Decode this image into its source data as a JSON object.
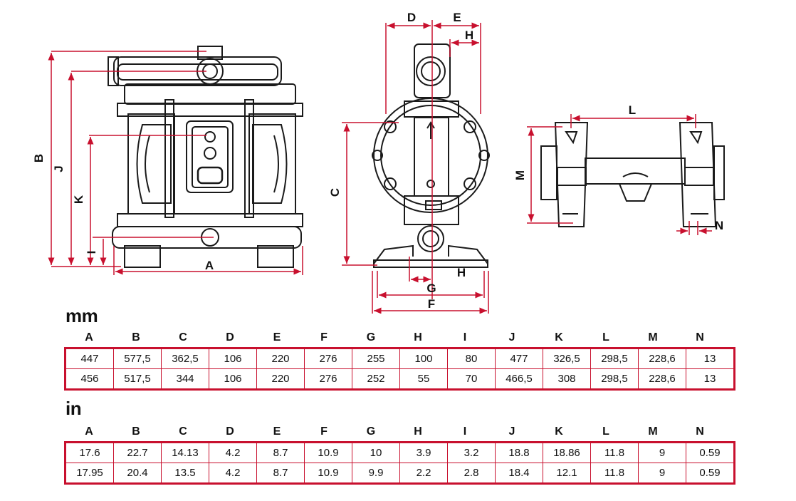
{
  "diagram": {
    "front_labels": [
      "B",
      "J",
      "K",
      "I",
      "A"
    ],
    "side_labels": [
      "D",
      "E",
      "H",
      "C",
      "H",
      "G",
      "F"
    ],
    "top_labels": [
      "L",
      "M",
      "N"
    ],
    "colors": {
      "dimension": "#c8102e",
      "outline": "#1a1a1a",
      "table_border": "#c8102e"
    }
  },
  "tables": {
    "headers": [
      "A",
      "B",
      "C",
      "D",
      "E",
      "F",
      "G",
      "H",
      "I",
      "J",
      "K",
      "L",
      "M",
      "N"
    ],
    "mm": {
      "unit": "mm",
      "rows": [
        [
          "447",
          "577,5",
          "362,5",
          "106",
          "220",
          "276",
          "255",
          "100",
          "80",
          "477",
          "326,5",
          "298,5",
          "228,6",
          "13"
        ],
        [
          "456",
          "517,5",
          "344",
          "106",
          "220",
          "276",
          "252",
          "55",
          "70",
          "466,5",
          "308",
          "298,5",
          "228,6",
          "13"
        ]
      ]
    },
    "in": {
      "unit": "in",
      "rows": [
        [
          "17.6",
          "22.7",
          "14.13",
          "4.2",
          "8.7",
          "10.9",
          "10",
          "3.9",
          "3.2",
          "18.8",
          "18.86",
          "11.8",
          "9",
          "0.59"
        ],
        [
          "17.95",
          "20.4",
          "13.5",
          "4.2",
          "8.7",
          "10.9",
          "9.9",
          "2.2",
          "2.8",
          "18.4",
          "12.1",
          "11.8",
          "9",
          "0.59"
        ]
      ]
    }
  }
}
